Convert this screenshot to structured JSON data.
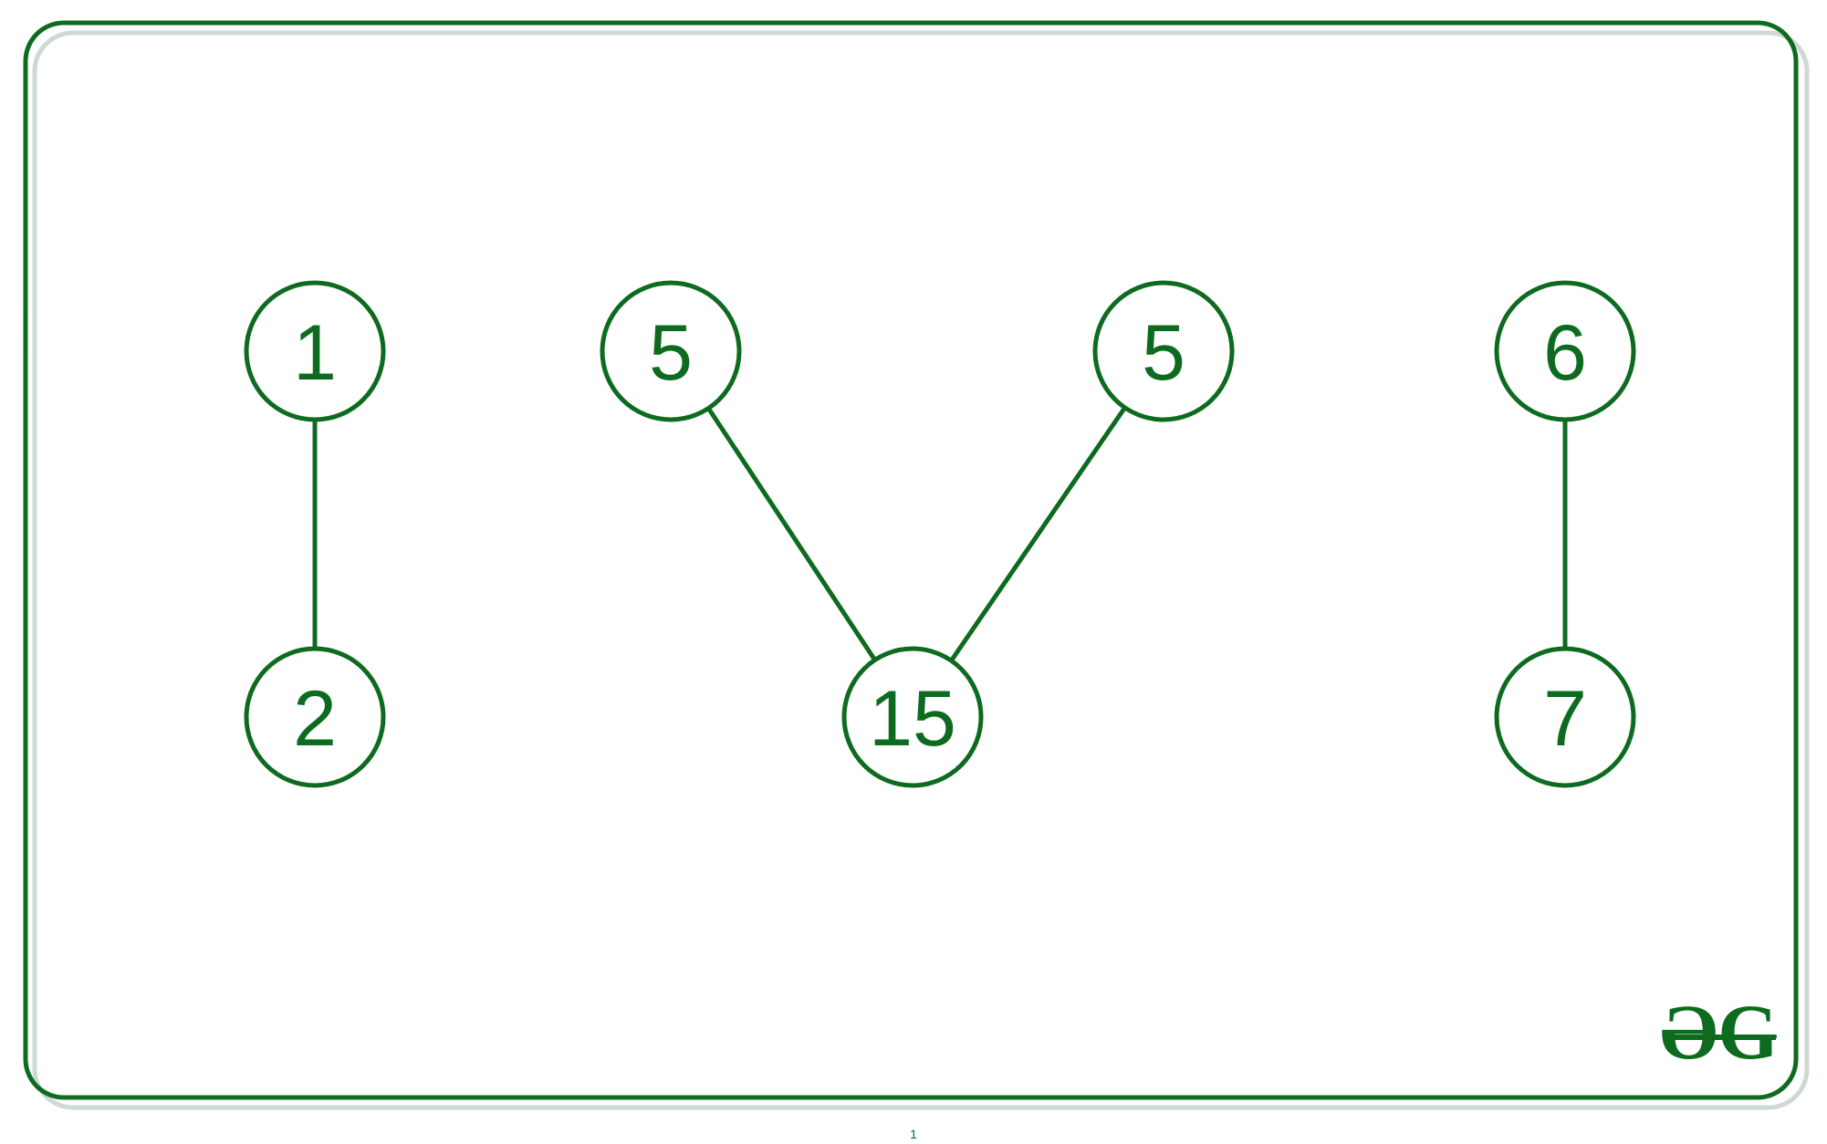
{
  "theme": {
    "accent": "#0d6b1f",
    "frame_shadow": "#cfd9d2",
    "background": "#ffffff"
  },
  "nodes": [
    {
      "id": "n1",
      "label": "1"
    },
    {
      "id": "n2",
      "label": "2"
    },
    {
      "id": "n5a",
      "label": "5"
    },
    {
      "id": "n5b",
      "label": "5"
    },
    {
      "id": "n15",
      "label": "15"
    },
    {
      "id": "n6",
      "label": "6"
    },
    {
      "id": "n7",
      "label": "7"
    }
  ],
  "edges": [
    {
      "from": "n1",
      "to": "n2"
    },
    {
      "from": "n5a",
      "to": "n15"
    },
    {
      "from": "n5b",
      "to": "n15"
    },
    {
      "from": "n6",
      "to": "n7"
    }
  ],
  "logo": {
    "text": "ƏG",
    "icon": "geeksforgeeks-logo-icon"
  },
  "page_number": "1"
}
